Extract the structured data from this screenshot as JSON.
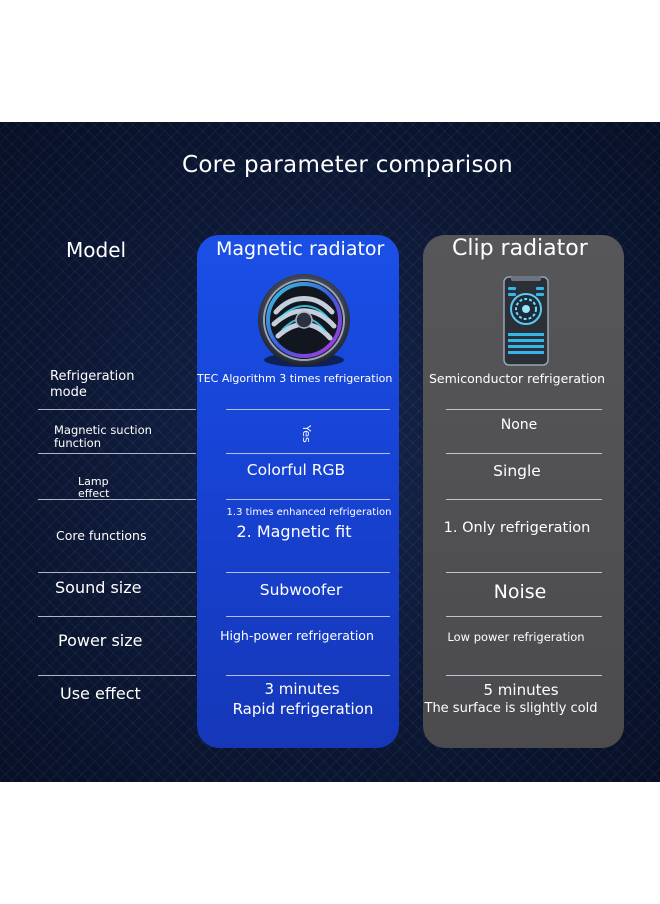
{
  "title": "Core parameter comparison",
  "header": {
    "model_label": "Model",
    "magnetic": "Magnetic radiator",
    "clip": "Clip radiator"
  },
  "rows": {
    "refrigeration_mode": {
      "label_1": "Refrigeration",
      "label_2": "mode",
      "magnetic": "TEC Algorithm 3 times refrigeration",
      "clip": "Semiconductor refrigeration"
    },
    "magnetic_suction": {
      "label_1": "Magnetic suction",
      "label_2": "function",
      "magnetic": "Yes",
      "clip": "None"
    },
    "lamp_effect": {
      "label_1": "Lamp",
      "label_2": "effect",
      "magnetic": "Colorful RGB",
      "clip": "Single"
    },
    "core_functions": {
      "label": "Core functions",
      "magnetic_1": "1.3 times enhanced refrigeration",
      "magnetic_2": "2. Magnetic fit",
      "clip": "1. Only refrigeration"
    },
    "sound_size": {
      "label": "Sound size",
      "magnetic": "Subwoofer",
      "clip": "Noise"
    },
    "power_size": {
      "label": "Power size",
      "magnetic": "High-power refrigeration",
      "clip": "Low power refrigeration"
    },
    "use_effect": {
      "label": "Use effect",
      "magnetic_1": "3 minutes",
      "magnetic_2": "Rapid refrigeration",
      "clip_1": "5 minutes",
      "clip_2": "The surface is slightly cold"
    }
  },
  "colors": {
    "background": "#0d1a38",
    "magnetic_column": "#1a4fe6",
    "clip_column": "#505053",
    "text": "#ffffff"
  },
  "icons": {
    "magnetic_product": "magnetic-radiator-fan-image",
    "clip_product": "clip-radiator-image"
  }
}
